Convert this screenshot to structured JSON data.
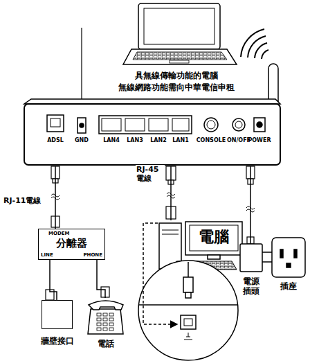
{
  "diagram": {
    "nodes": [
      {
        "text": [
          "具無線傳輸功能的電腦",
          "無線網路功能需向中華電信申租"
        ]
      },
      {
        "text": [
          "ADSL",
          "GND",
          "LAN4",
          "LAN3",
          "LAN2",
          "LAN1",
          "CONSOLE",
          "ON/OFF",
          "POWER"
        ]
      },
      {
        "text": [
          "MODEM",
          "分離器",
          "LINE",
          "PHONE"
        ]
      },
      {
        "text": [
          "電腦"
        ]
      },
      {
        "text": [
          "電源 插頭"
        ]
      },
      {
        "text": [
          "插座"
        ]
      },
      {
        "text": [
          "牆壁接口"
        ]
      },
      {
        "text": [
          "電話"
        ]
      }
    ],
    "edges": [
      {
        "from": 1,
        "to": 2,
        "label": "RJ-11電線",
        "arrow": "none"
      },
      {
        "from": 2,
        "to": 6,
        "arrow": "none"
      },
      {
        "from": 2,
        "to": 7,
        "arrow": "none"
      },
      {
        "from": 1,
        "to": 3,
        "label": "RJ-45 電線",
        "arrow": "none"
      },
      {
        "from": 1,
        "to": 4,
        "arrow": "none"
      }
    ]
  }
}
